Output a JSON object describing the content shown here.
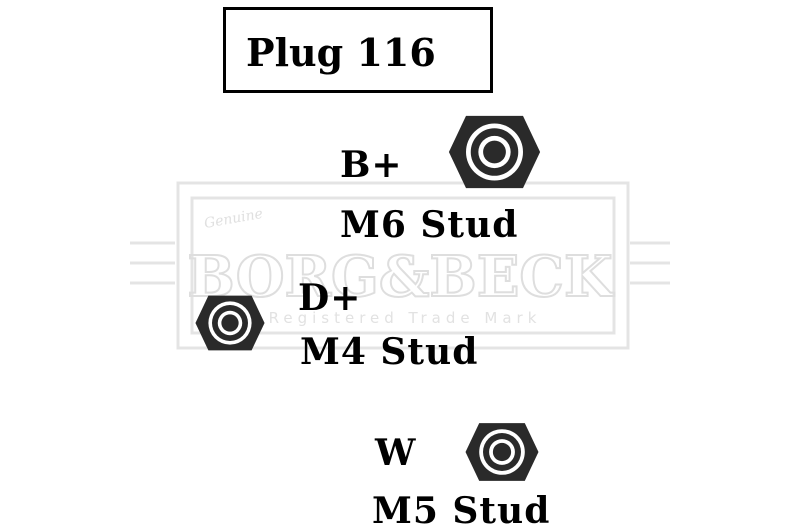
{
  "title": "Plug 116",
  "terminals": [
    {
      "name": "B+",
      "stud": "M6 Stud"
    },
    {
      "name": "D+",
      "stud": "M4 Stud"
    },
    {
      "name": "W",
      "stud": "M5 Stud"
    }
  ],
  "watermark": {
    "top": "Genuine",
    "brand": "BORG & BECK",
    "sub": "Registered Trade Mark"
  },
  "colors": {
    "nut": "#2a2a2a",
    "watermark": "#e6e6e6"
  }
}
